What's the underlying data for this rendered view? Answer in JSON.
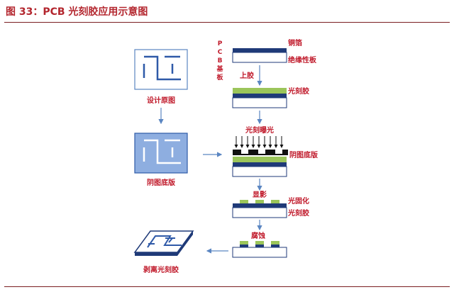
{
  "figure": {
    "title": "图 33：PCB 光刻胶应用示意图"
  },
  "labels": {
    "pcb_side": [
      "P",
      "C",
      "B",
      "基",
      "板"
    ],
    "copper_foil": "铜箔",
    "insulating_board": "绝缘性板",
    "step_coat": "上胶",
    "photoresist": "光刻胶",
    "step_expose": "光刻曝光",
    "negative_mask": "阴图底版",
    "step_develop": "显影",
    "cured_resist": "光固化",
    "photoresist_2": "光刻胶",
    "step_etch": "腐蚀",
    "left_design": "设计原图",
    "left_negative": "阴图底版",
    "left_strip": "剥离光刻胶"
  },
  "colors": {
    "accent_red": "#c0192a",
    "navy_layer": "#1f3a78",
    "green_resist": "#9bc55a",
    "mask_blue": "#8eaee0",
    "arrow_blue": "#5b86c2",
    "mask_dark": "#111111"
  }
}
